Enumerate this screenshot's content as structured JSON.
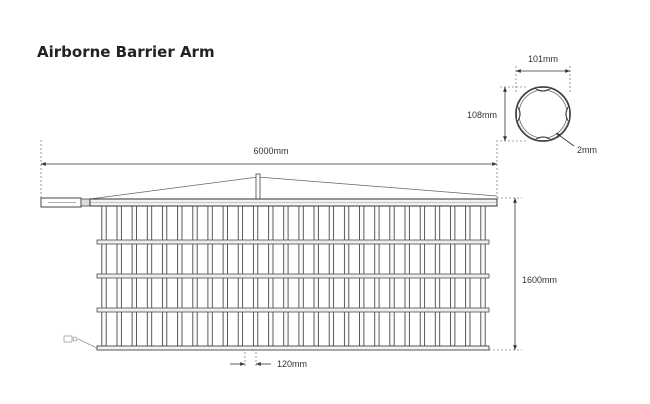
{
  "title": "Airborne Barrier Arm",
  "dimensions": {
    "length": "6000mm",
    "height": "1600mm",
    "spacing": "120mm",
    "profile_width": "101mm",
    "profile_height": "108mm",
    "wall_thickness": "2mm"
  },
  "colors": {
    "line": "#4a4a4a",
    "dim_line": "#555555",
    "text": "#333333"
  }
}
